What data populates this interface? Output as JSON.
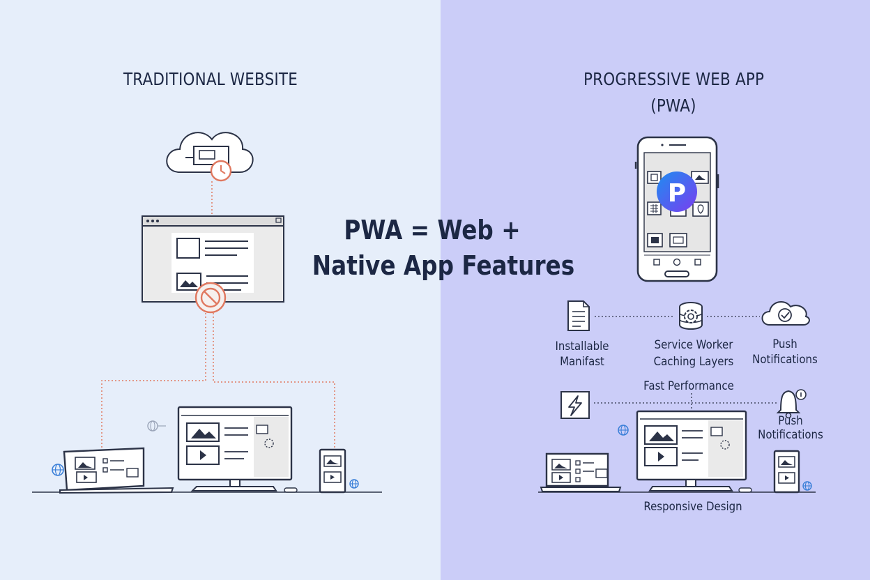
{
  "left": {
    "title": "TRADITIONAL WEBSITE"
  },
  "right": {
    "title_line1": "PROGRESSIVE WEB APP",
    "title_line2": "(PWA)",
    "app_logo_letter": "P"
  },
  "center": {
    "line1": "PWA = Web +",
    "line2": "Native App Features"
  },
  "features": {
    "installable": [
      "Installable",
      "Manifast"
    ],
    "service_worker": [
      "Service Worker",
      "Caching Layers"
    ],
    "push_top": [
      "Push",
      "Notifications"
    ],
    "fast_performance": "Fast Performance",
    "push_bottom": [
      "Push",
      "Notifications"
    ],
    "responsive": "Responsive Design"
  },
  "icons": {
    "left": [
      "cloud-clock-icon",
      "browser-window-icon",
      "blocked-icon",
      "laptop-icon",
      "monitor-icon",
      "mobile-icon",
      "globe-icon"
    ],
    "right": [
      "smartphone-icon",
      "manifest-document-icon",
      "database-gear-icon",
      "cloud-check-icon",
      "lightning-icon",
      "bell-icon",
      "laptop-icon",
      "monitor-icon",
      "mobile-icon",
      "globe-icon"
    ]
  },
  "colors": {
    "left_bg": "#e6eefa",
    "right_bg": "#cbcdf8",
    "text": "#1c2744",
    "line": "#2c3347",
    "offline_red": "#e0785f",
    "logo_gradient": [
      "#1e8df0",
      "#7a3df0"
    ]
  }
}
